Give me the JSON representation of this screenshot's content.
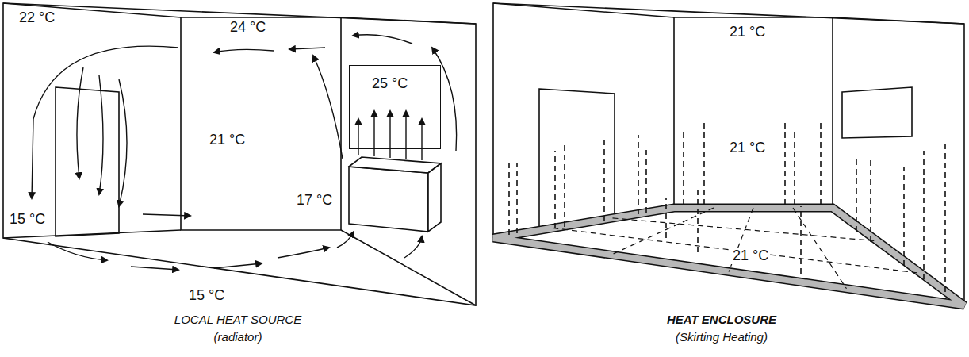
{
  "diagram": {
    "nodes": [
      {
        "text": [
          "25 °C"
        ]
      }
    ],
    "labels": [
      "22 °C",
      "24 °C",
      "21 °C",
      "17 °C",
      "15 °C",
      "15 °C",
      "LOCAL HEAT SOURCE",
      "(radiator)",
      "21 °C",
      "21 °C",
      "21 °C",
      "HEAT ENCLOSURE",
      "(Skirting Heating)"
    ]
  }
}
